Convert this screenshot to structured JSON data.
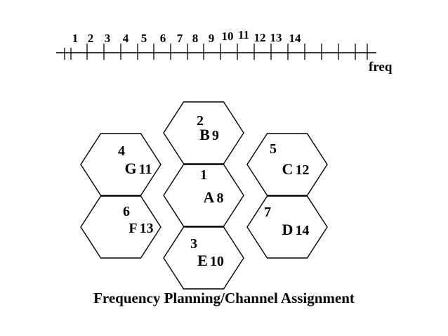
{
  "axis": {
    "label": "freq",
    "channels": [
      "1",
      "2",
      "3",
      "4",
      "5",
      "6",
      "7",
      "8",
      "9",
      "10",
      "11",
      "12",
      "13",
      "14"
    ]
  },
  "cells": [
    {
      "id": "cell-A",
      "number": "1",
      "letter": "A",
      "channel": "8"
    },
    {
      "id": "cell-B",
      "number": "2",
      "letter": "B",
      "channel": "9"
    },
    {
      "id": "cell-E",
      "number": "3",
      "letter": "E",
      "channel": "10"
    },
    {
      "id": "cell-G",
      "number": "4",
      "letter": "G",
      "channel": "11"
    },
    {
      "id": "cell-F",
      "number": "6",
      "letter": "F",
      "channel": "13"
    },
    {
      "id": "cell-C",
      "number": "5",
      "letter": "C",
      "channel": "12"
    },
    {
      "id": "cell-D",
      "number": "7",
      "letter": "D",
      "channel": "14"
    }
  ],
  "caption": "Frequency Planning/Channel Assignment"
}
